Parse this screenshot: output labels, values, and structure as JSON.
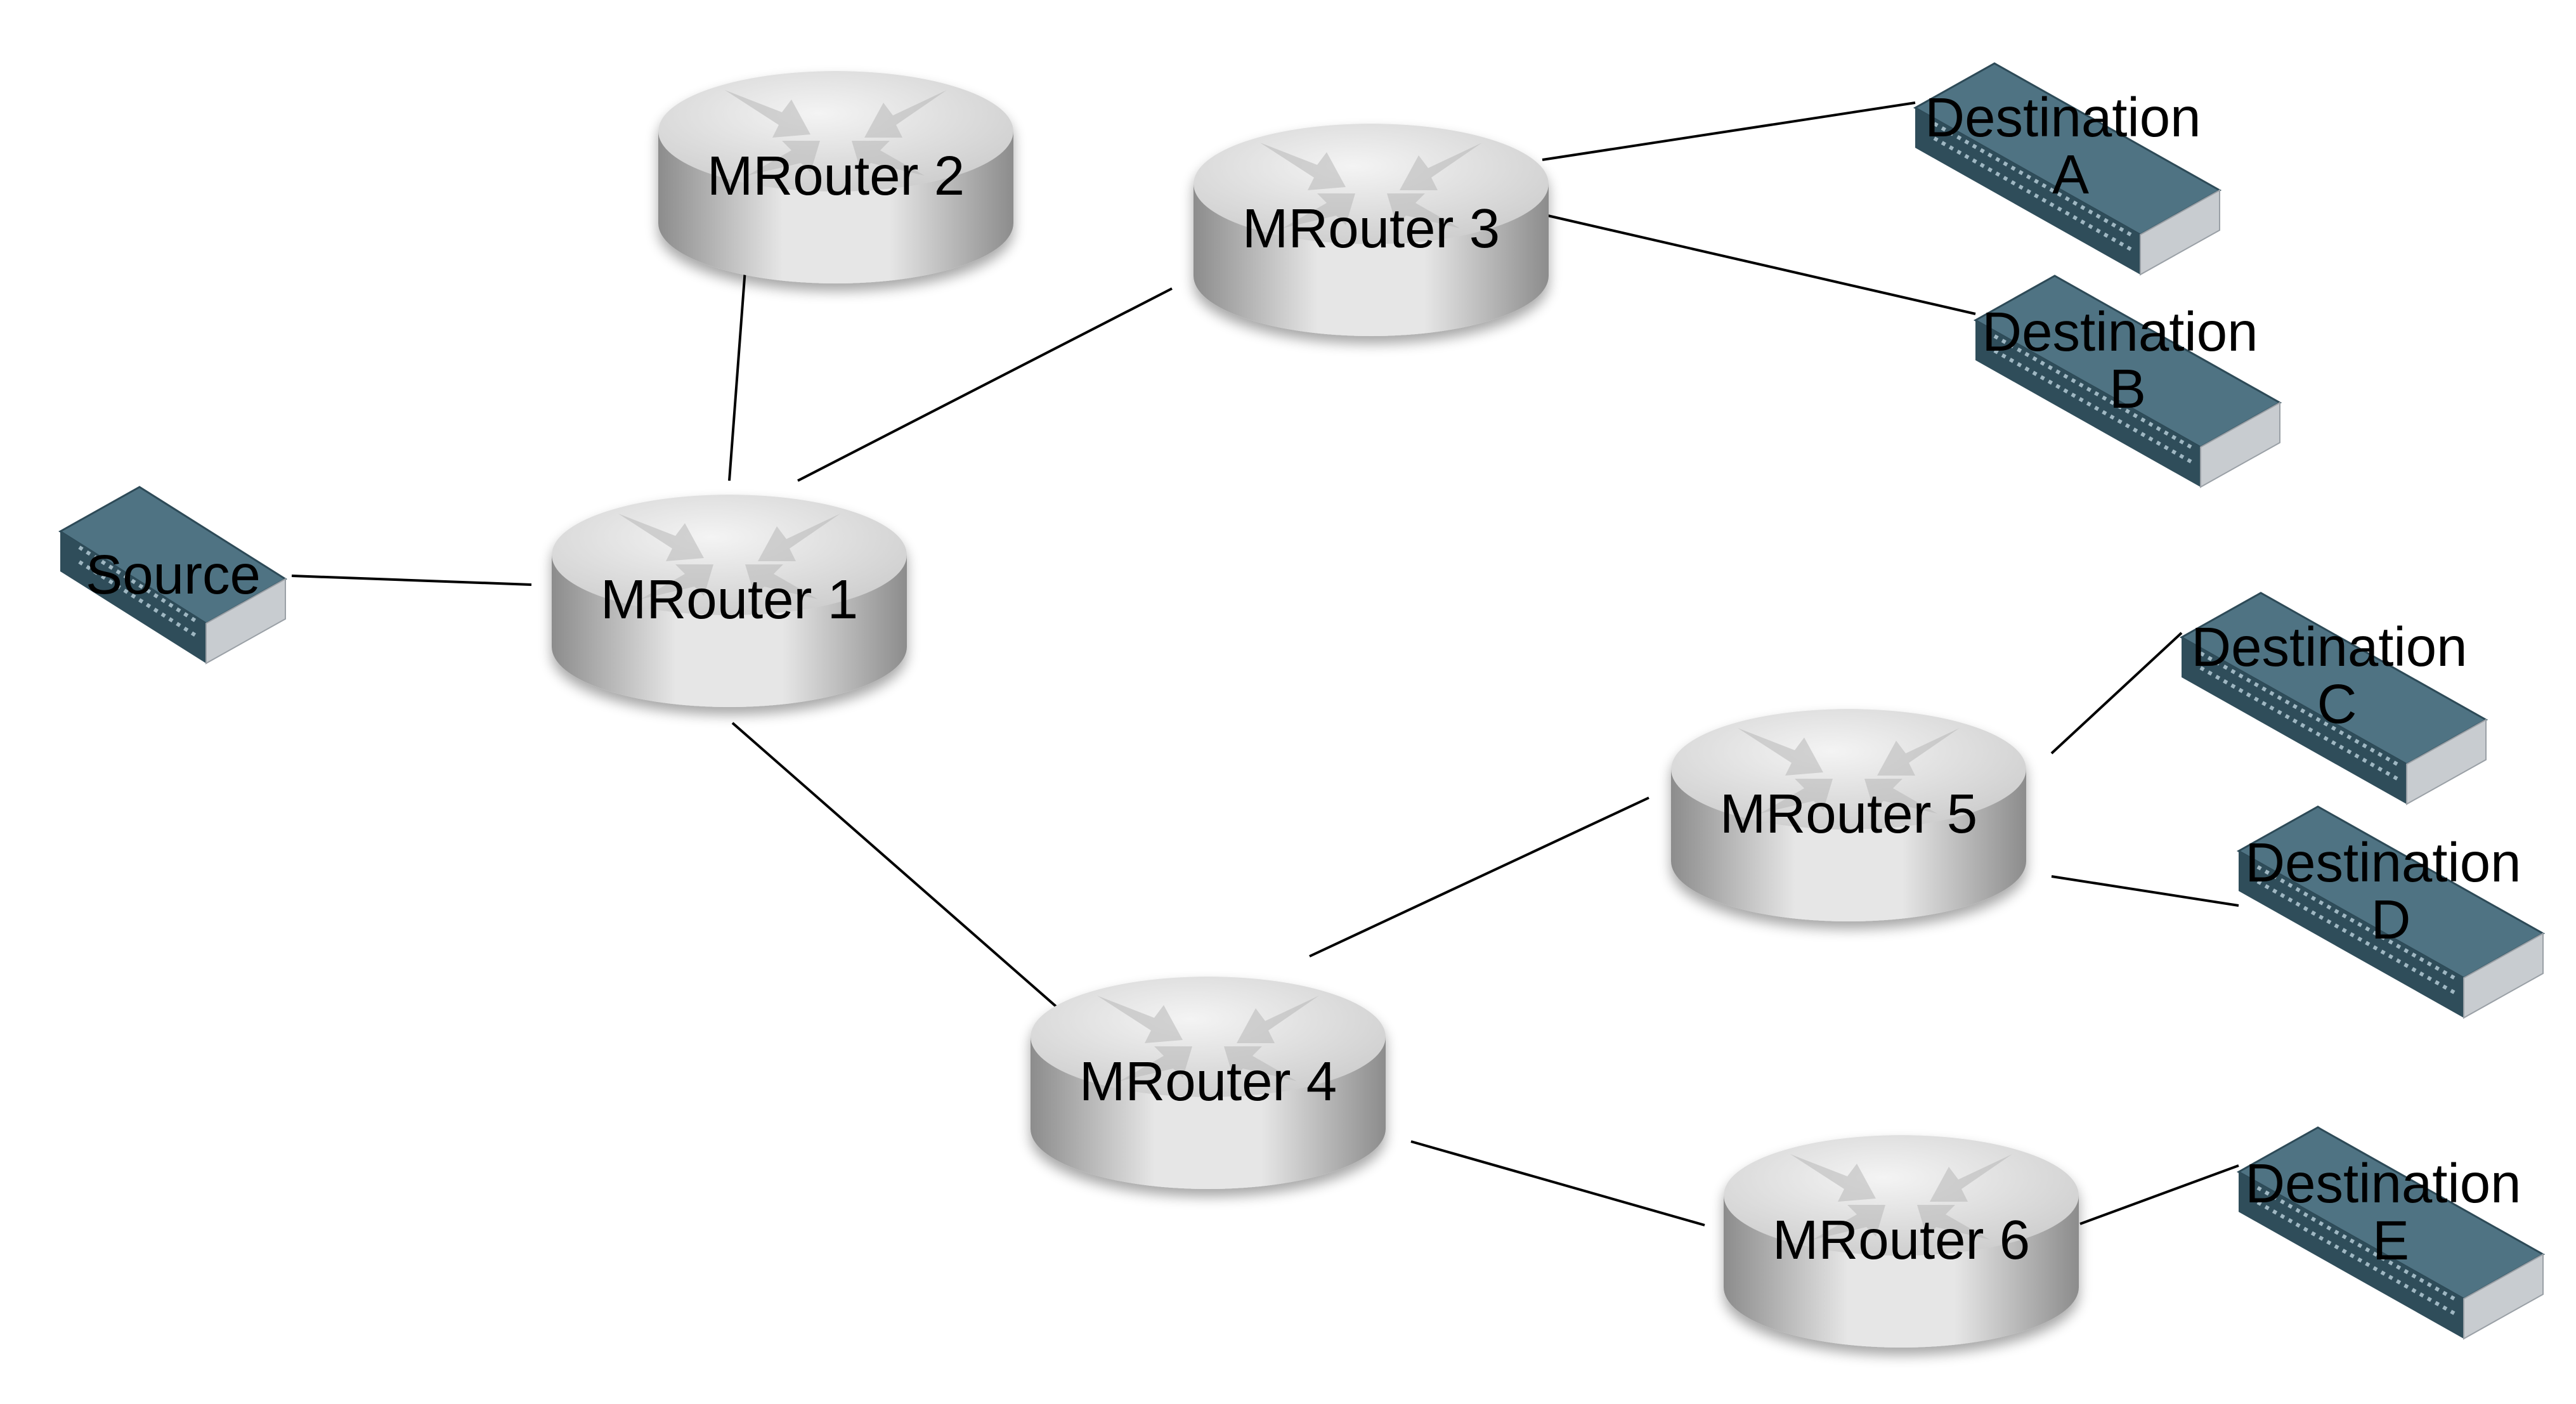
{
  "diagram": {
    "routers": [
      {
        "id": "r1",
        "label": "MRouter 1"
      },
      {
        "id": "r2",
        "label": "MRouter 2"
      },
      {
        "id": "r3",
        "label": "MRouter 3"
      },
      {
        "id": "r4",
        "label": "MRouter 4"
      },
      {
        "id": "r5",
        "label": "MRouter 5"
      },
      {
        "id": "r6",
        "label": "MRouter 6"
      }
    ],
    "hosts": [
      {
        "id": "src",
        "label_lines": [
          "Source"
        ]
      },
      {
        "id": "dA",
        "label_lines": [
          "Destination",
          "A"
        ]
      },
      {
        "id": "dB",
        "label_lines": [
          "Destination",
          "B"
        ]
      },
      {
        "id": "dC",
        "label_lines": [
          "Destination",
          "C"
        ]
      },
      {
        "id": "dD",
        "label_lines": [
          "Destination",
          "D"
        ]
      },
      {
        "id": "dE",
        "label_lines": [
          "Destination",
          "E"
        ]
      }
    ],
    "links": [
      [
        "src",
        "r1"
      ],
      [
        "r1",
        "r2"
      ],
      [
        "r1",
        "r3"
      ],
      [
        "r1",
        "r4"
      ],
      [
        "r3",
        "dA"
      ],
      [
        "r3",
        "dB"
      ],
      [
        "r4",
        "r5"
      ],
      [
        "r4",
        "r6"
      ],
      [
        "r5",
        "dC"
      ],
      [
        "r5",
        "dD"
      ],
      [
        "r6",
        "dE"
      ]
    ],
    "colors": {
      "link": "#000000",
      "router_top_light": "#f4f4f4",
      "router_top_dark": "#c9c9c9",
      "router_side_light": "#e6e6e6",
      "router_side_dark": "#8c8c8c",
      "router_arrow": "#b8b8b8",
      "host_face": "#4f7383",
      "host_side": "#c8ccd0",
      "host_edge": "#2d4a57"
    }
  }
}
